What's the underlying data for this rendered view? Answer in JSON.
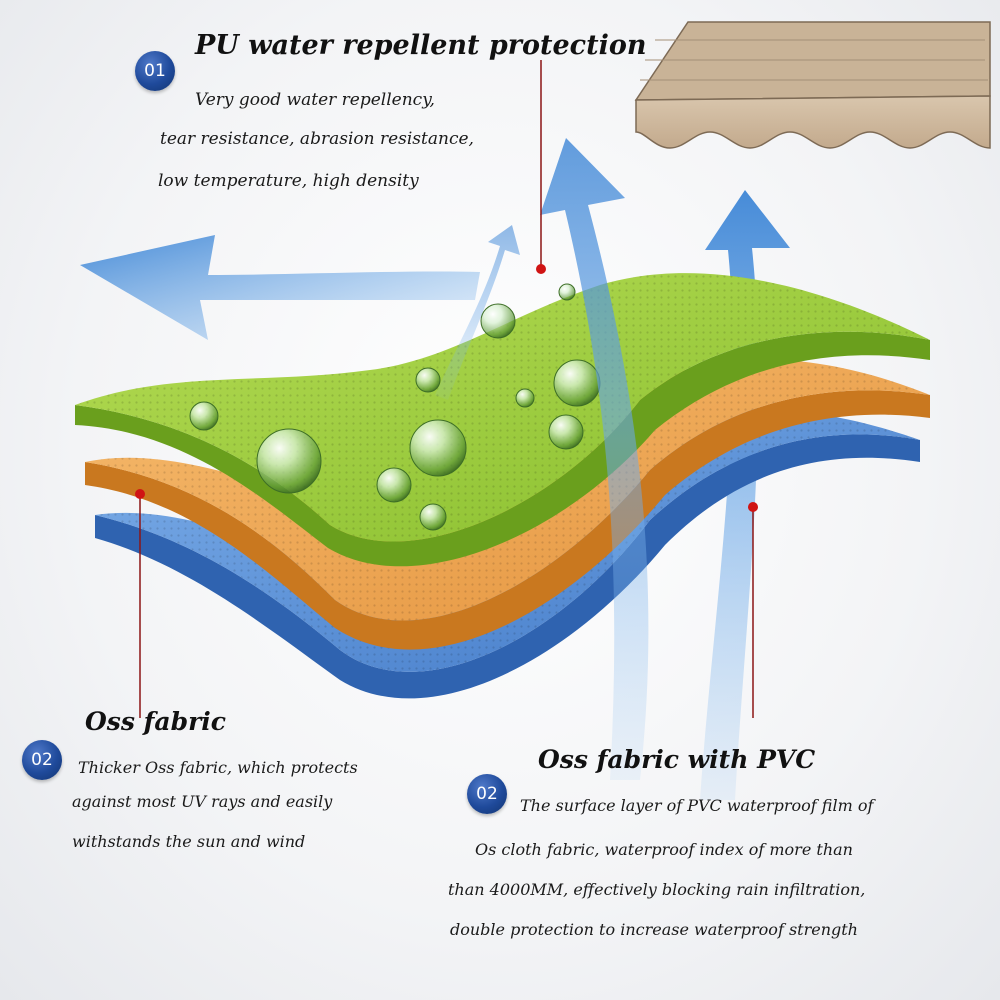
{
  "colors": {
    "green_layer": "#9fcf3a",
    "orange_layer": "#efa24f",
    "blue_layer": "#5b8fd4",
    "awning": "#ccb59a",
    "arrow": "#4f8fd6",
    "badge": "#1f4a9b",
    "marker": "#d01414"
  },
  "sections": [
    {
      "badge": "01",
      "title": "PU water repellent protection",
      "lines": [
        "Very good water repellency,",
        "tear resistance, abrasion resistance,",
        "low temperature, high density"
      ]
    },
    {
      "badge": "02",
      "title": "Oss fabric",
      "lines": [
        "Thicker Oss fabric, which protects",
        "against most UV rays and easily",
        "withstands the sun and wind"
      ]
    },
    {
      "badge": "02",
      "title": "Oss fabric with PVC",
      "lines": [
        "The surface layer of PVC waterproof film of",
        "Os cloth fabric,   waterproof index of more than",
        "than 4000MM, effectively blocking rain infiltration,",
        "double protection to increase waterproof strength"
      ]
    }
  ]
}
